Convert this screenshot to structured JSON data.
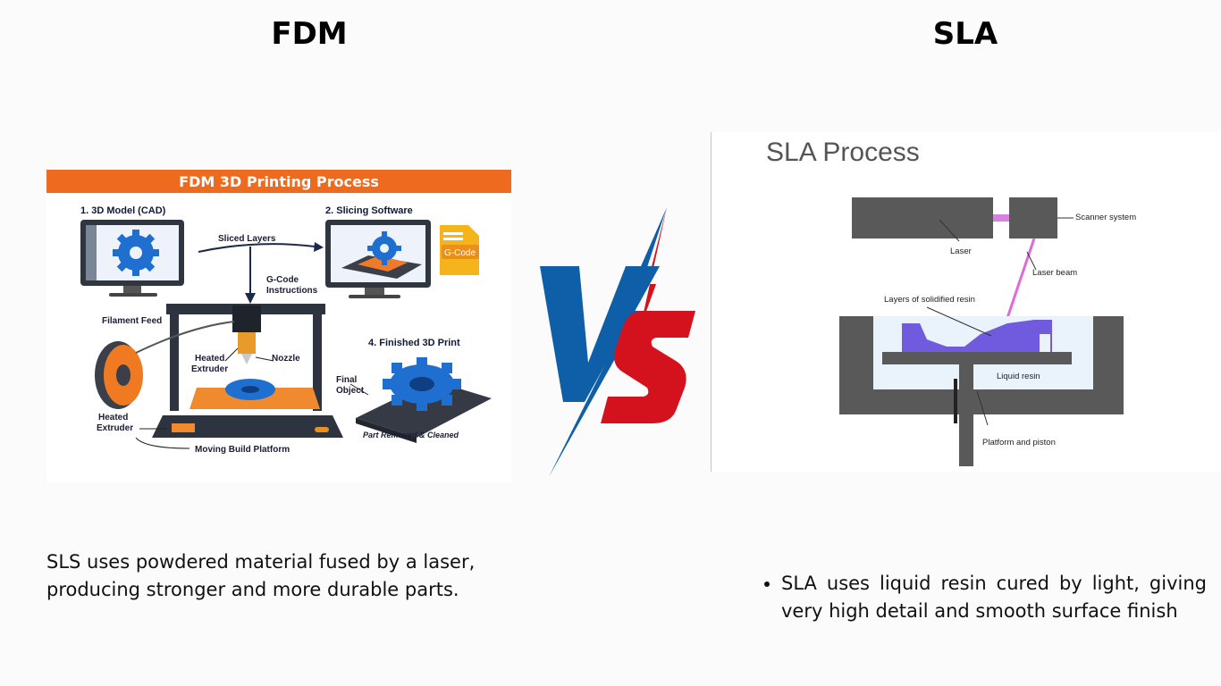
{
  "headings": {
    "left": "FDM",
    "right": "SLA"
  },
  "fdm_diagram": {
    "banner": "FDM 3D Printing Process",
    "steps": [
      "1. 3D Model (CAD)",
      "2. Slicing Software",
      "4. Finished 3D Print"
    ],
    "labels": {
      "sliced_layers": "Sliced Layers",
      "gcode_badge": "G-Code",
      "gcode_line1": "G-Code",
      "gcode_line2": "Instructions",
      "filament_feed": "Filament Feed",
      "heated_top_1": "Heated",
      "heated_top_2": "Extruder",
      "nozzle": "Nozzle",
      "final_1": "Final",
      "final_2": "Object",
      "heated_bottom_1": "Heated",
      "heated_bottom_2": "Extruder",
      "moving_platform": "Moving Build Platform",
      "part_removed": "Part Removed & Cleaned"
    }
  },
  "vs_graphic": {
    "text": "VS",
    "colors": {
      "v": "#0e5ea8",
      "s": "#d4121d"
    }
  },
  "sla_diagram": {
    "title": "SLA Process",
    "labels": {
      "scanner_system": "Scanner system",
      "laser": "Laser",
      "laser_beam": "Laser beam",
      "layers": "Layers of solidified resin",
      "liquid_resin": "Liquid resin",
      "platform_piston": "Platform and piston"
    }
  },
  "captions": {
    "fdm": "SLS uses powdered material fused by a laser, producing stronger and more durable parts.",
    "sla": "SLA uses liquid resin cured by light, giving very high detail and smooth surface finish"
  },
  "colors": {
    "orange": "#ee6a1f",
    "gear_blue": "#1f6fd1",
    "resin_purple": "#5b3fd8",
    "laser_pink": "#e06ad8"
  }
}
